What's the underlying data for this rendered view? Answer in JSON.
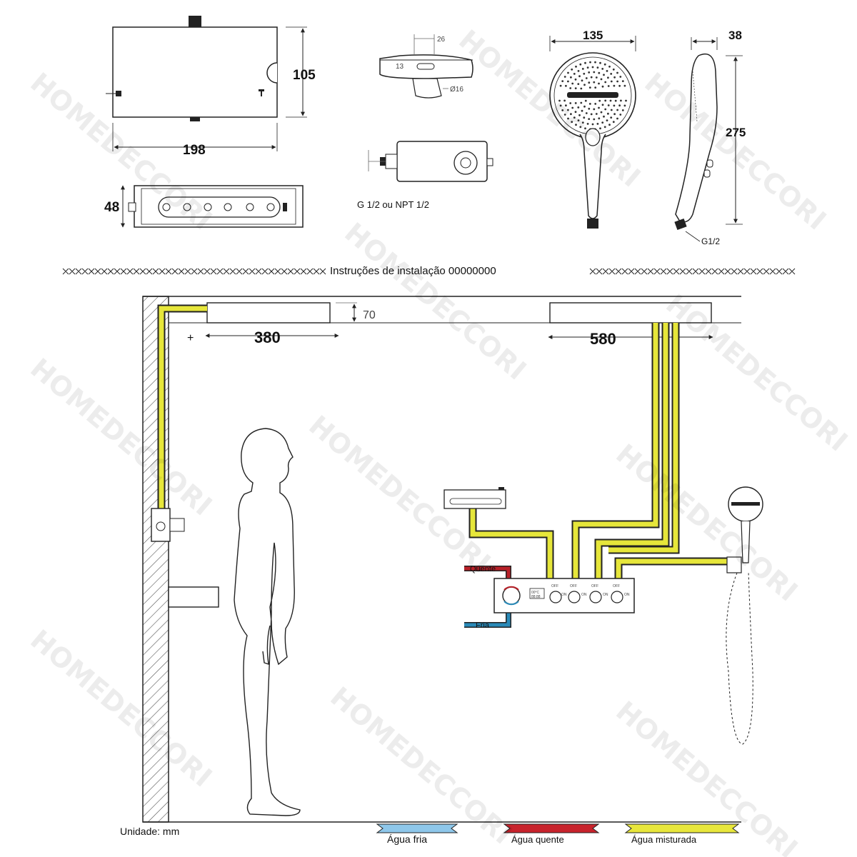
{
  "dimensions": {
    "panel_width": "198",
    "panel_height": "105",
    "panel_depth": "48",
    "small_valve_width": "26",
    "small_valve_height": "13",
    "small_valve_diameter": "Ø16",
    "handshower_width": "135",
    "handshower_depth": "38",
    "handshower_length": "275",
    "handshower_thread": "G1/2",
    "valve_thread": "G 1/2 ou NPT 1/2"
  },
  "installation": {
    "heading": "Instruções de instalação 00000000",
    "overhead_1_drop": "70",
    "overhead_1_offset": "380",
    "overhead_2_offset": "580"
  },
  "inlets": {
    "hot": "Quente",
    "cold": "Fria"
  },
  "control_panel": {
    "display": "00°C\n88:88",
    "off_label": "OFF",
    "on_label": "ON"
  },
  "footer": {
    "unit": "Unidade: mm"
  },
  "legend": [
    {
      "label": "Água fria",
      "color": "#8ec7ea"
    },
    {
      "label": "Água quente",
      "color": "#c8232c"
    },
    {
      "label": "Água misturada",
      "color": "#e8e63c"
    }
  ],
  "watermark": "HOMEDECCORI",
  "colors": {
    "mixed_pipe": "#e6e63a",
    "hot_pipe": "#b82028",
    "cold_pipe": "#2a8ab8",
    "line": "#222222"
  }
}
